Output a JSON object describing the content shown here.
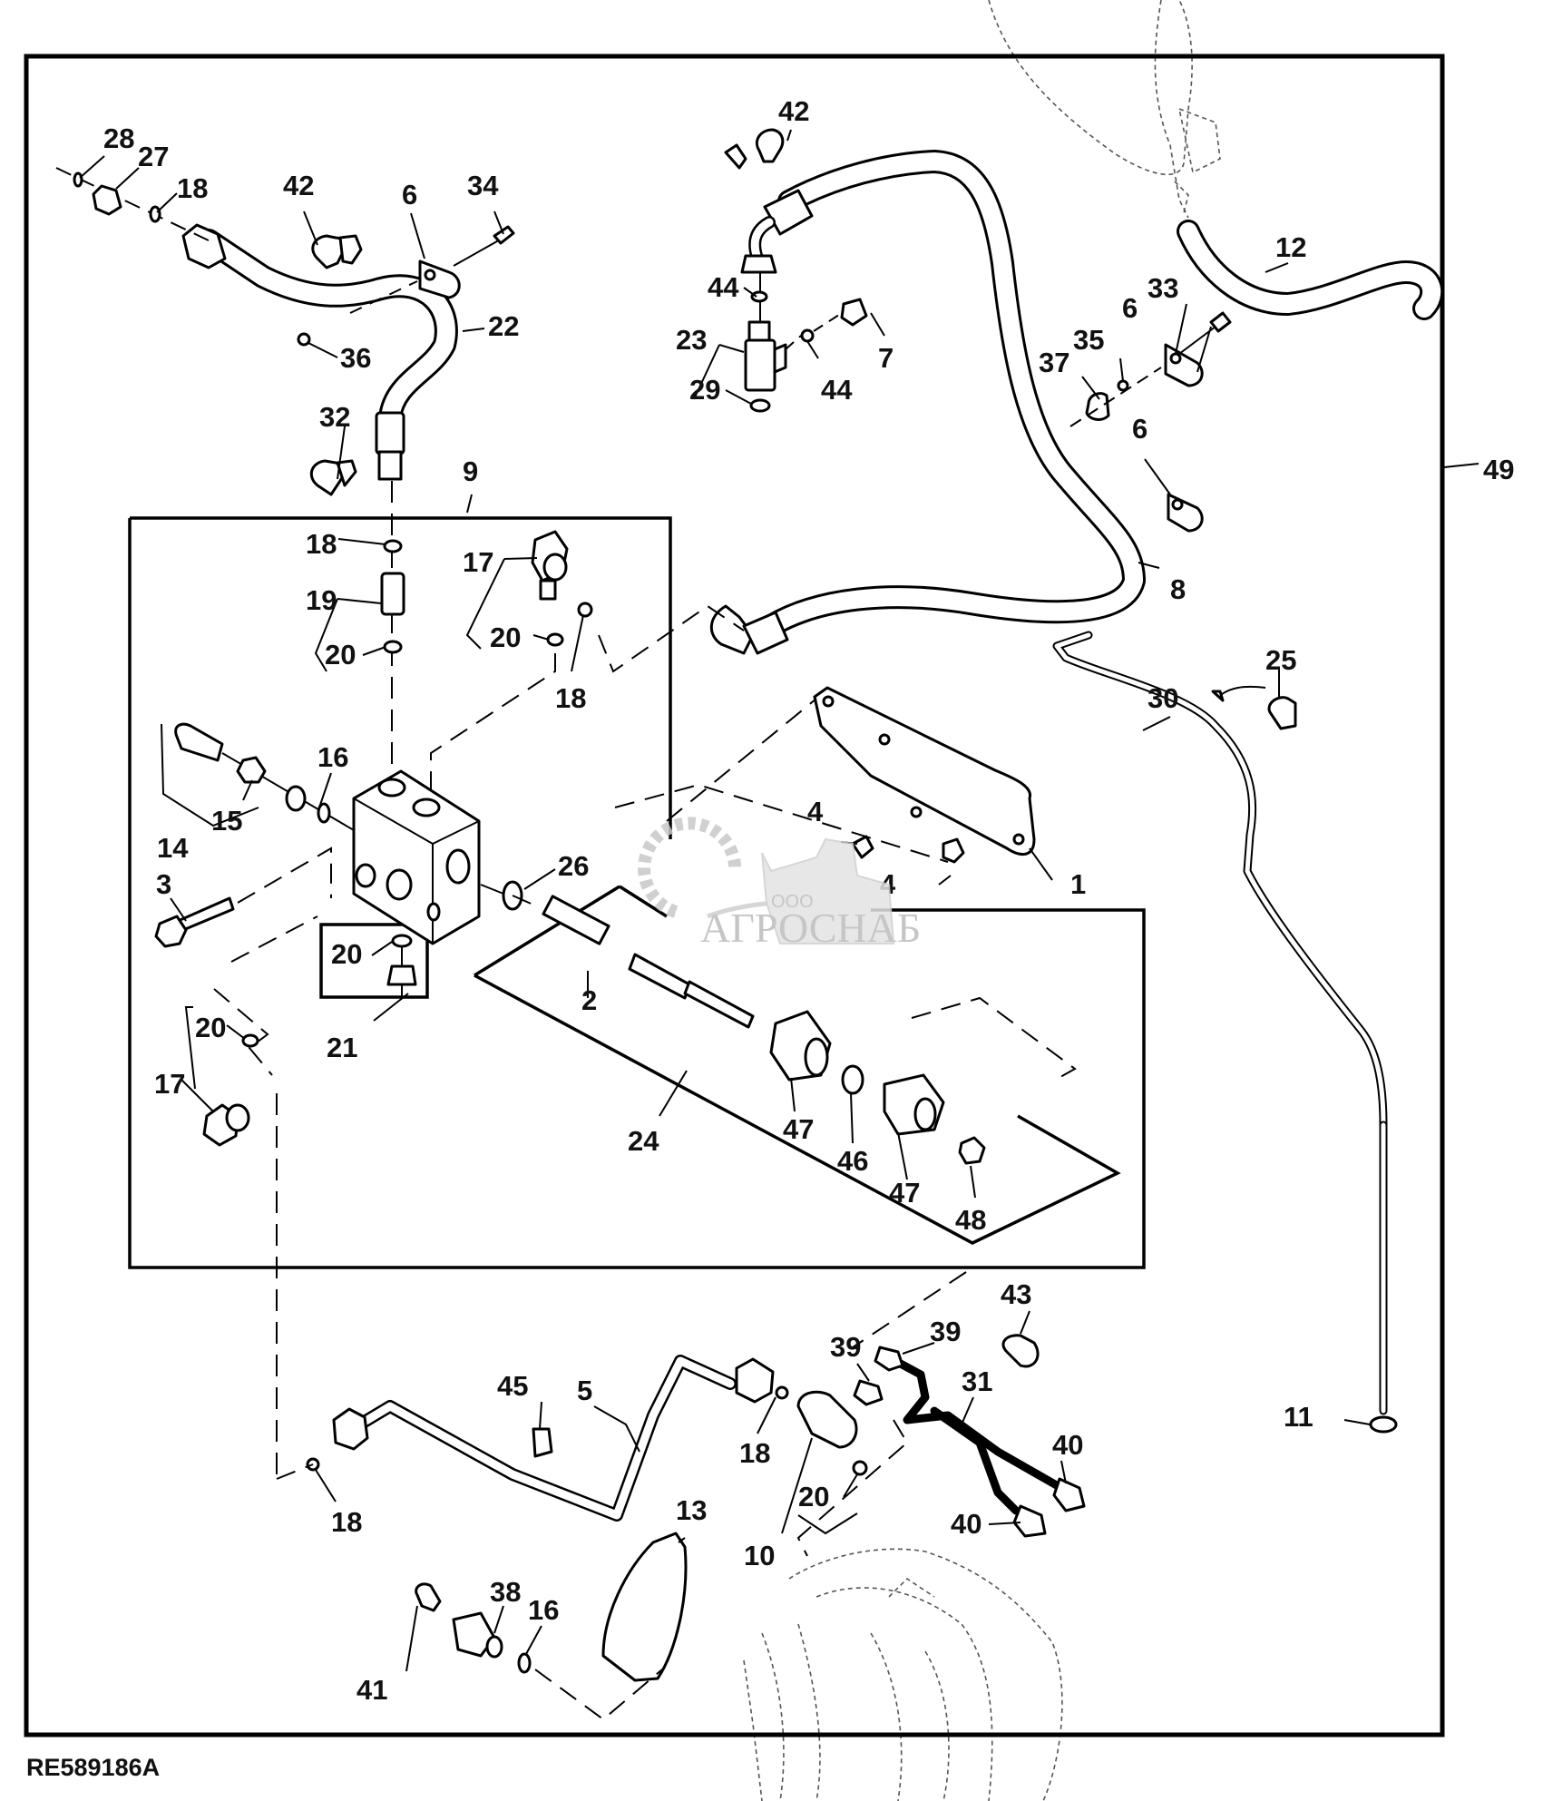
{
  "figure_id": "RE589186A",
  "watermark": {
    "prefix": "ООО",
    "name": "АГРОСНАБ"
  },
  "callouts": {
    "c28": "28",
    "c27": "27",
    "c18a": "18",
    "c42a": "42",
    "c6a": "6",
    "c34": "34",
    "c22": "22",
    "c36": "36",
    "c32": "32",
    "c9": "9",
    "c42b": "42",
    "c44a": "44",
    "c23": "23",
    "c29": "29",
    "c44b": "44",
    "c7": "7",
    "c12": "12",
    "c33": "33",
    "c6b": "6",
    "c35": "35",
    "c37": "37",
    "c6c": "6",
    "c49": "49",
    "c8": "8",
    "c18b": "18",
    "c19": "19",
    "c20a": "20",
    "c17a": "17",
    "c20b": "20",
    "c18c": "18",
    "c16a": "16",
    "c15": "15",
    "c14": "14",
    "c3": "3",
    "c26": "26",
    "c20c": "20",
    "c21": "21",
    "c20d": "20",
    "c17b": "17",
    "c2": "2",
    "c24": "24",
    "c47a": "47",
    "c46": "46",
    "c47b": "47",
    "c48": "48",
    "c4a": "4",
    "c4b": "4",
    "c1": "1",
    "c25": "25",
    "c30": "30",
    "c11": "11",
    "c43": "43",
    "c39a": "39",
    "c39b": "39",
    "c31": "31",
    "c40a": "40",
    "c40b": "40",
    "c45": "45",
    "c5": "5",
    "c18d": "18",
    "c18e": "18",
    "c20e": "20",
    "c10": "10",
    "c13": "13",
    "c38": "38",
    "c16b": "16",
    "c41": "41"
  }
}
